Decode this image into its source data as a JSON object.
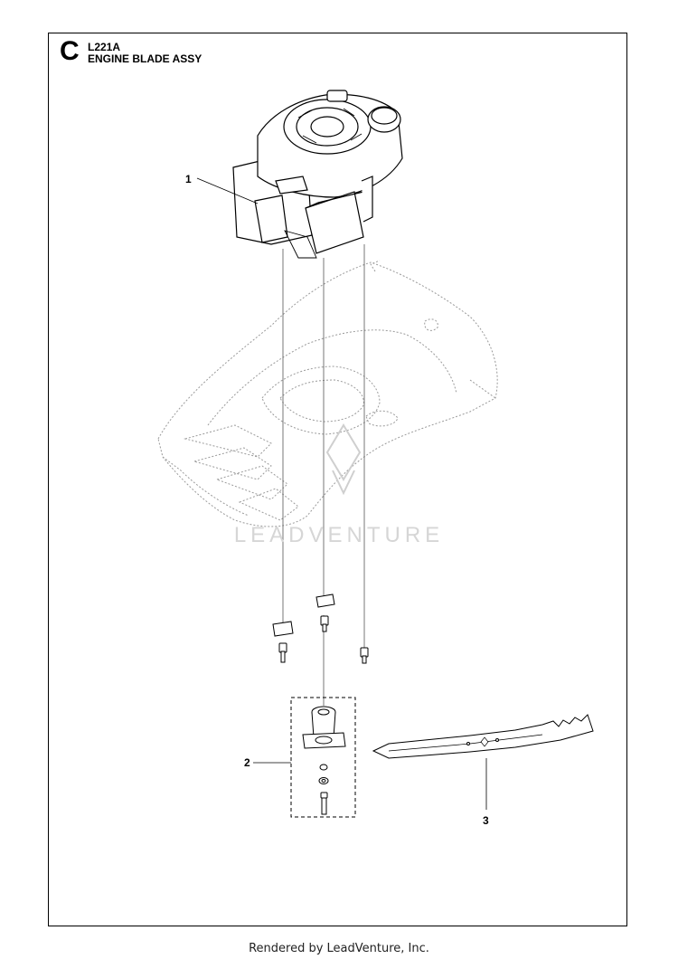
{
  "header": {
    "section_letter": "C",
    "model": "L221A",
    "title": "ENGINE BLADE ASSY"
  },
  "callouts": [
    {
      "number": "1",
      "part": "engine"
    },
    {
      "number": "2",
      "part": "blade-adapter-kit"
    },
    {
      "number": "3",
      "part": "blade"
    }
  ],
  "watermark": "LEADVENTURE",
  "footer": "Rendered by LeadVenture, Inc.",
  "colors": {
    "line": "#000000",
    "ghost": "#9a9a9a",
    "watermark": "#d6d6d6"
  }
}
